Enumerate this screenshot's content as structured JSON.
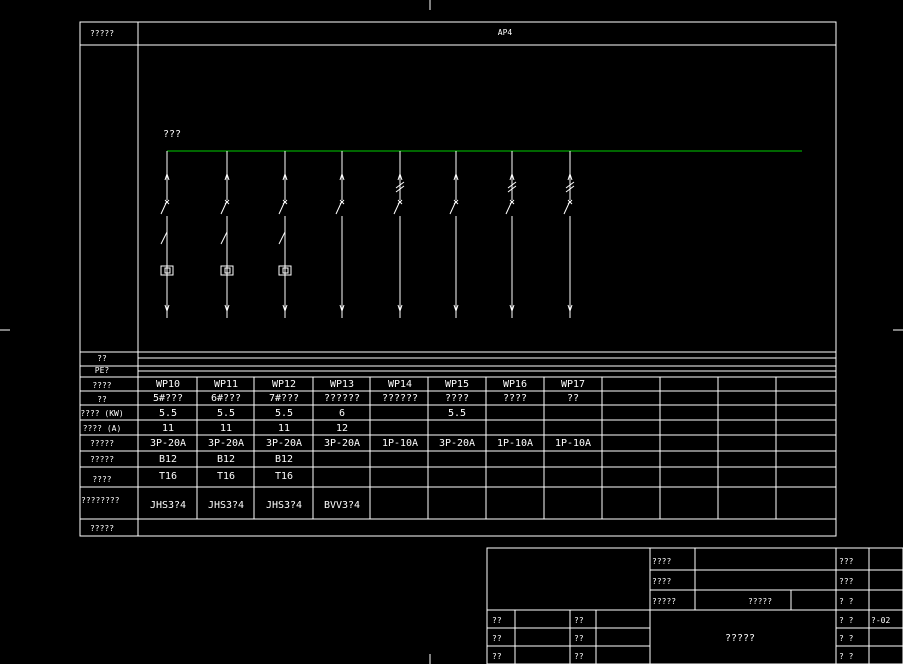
{
  "drawing": {
    "header_label": "?????",
    "panel_name": "AP4",
    "busbar_label": "???",
    "row_labels": [
      "??",
      "PE?",
      "????",
      "??",
      "???? (KW)",
      "???? (A)",
      "?????",
      "?????",
      "????",
      "????????",
      "?????"
    ],
    "circuits": [
      {
        "id": "WP10",
        "name": "5#???",
        "power": "5.5",
        "current": "11",
        "breaker": "3P-20A",
        "mcb": "B12",
        "fuse": "T16",
        "cable": "JHS3?4",
        "type": "contactor"
      },
      {
        "id": "WP11",
        "name": "6#???",
        "power": "5.5",
        "current": "11",
        "breaker": "3P-20A",
        "mcb": "B12",
        "fuse": "T16",
        "cable": "JHS3?4",
        "type": "contactor"
      },
      {
        "id": "WP12",
        "name": "7#???",
        "power": "5.5",
        "current": "11",
        "breaker": "3P-20A",
        "mcb": "B12",
        "fuse": "T16",
        "cable": "JHS3?4",
        "type": "contactor"
      },
      {
        "id": "WP13",
        "name": "??????",
        "power": "6",
        "current": "12",
        "breaker": "3P-20A",
        "mcb": "",
        "fuse": "",
        "cable": "BVV3?4",
        "type": "3p"
      },
      {
        "id": "WP14",
        "name": "??????",
        "power": "",
        "current": "",
        "breaker": "1P-10A",
        "mcb": "",
        "fuse": "",
        "cable": "",
        "type": "1p"
      },
      {
        "id": "WP15",
        "name": "????",
        "power": "5.5",
        "current": "",
        "breaker": "3P-20A",
        "mcb": "",
        "fuse": "",
        "cable": "",
        "type": "3p"
      },
      {
        "id": "WP16",
        "name": "????",
        "power": "",
        "current": "",
        "breaker": "1P-10A",
        "mcb": "",
        "fuse": "",
        "cable": "",
        "type": "1p"
      },
      {
        "id": "WP17",
        "name": "??",
        "power": "",
        "current": "",
        "breaker": "1P-10A",
        "mcb": "",
        "fuse": "",
        "cable": "",
        "type": "1p"
      }
    ]
  },
  "title_block": {
    "r1": "????",
    "r2": "????",
    "r3": "?????",
    "r3b": "?????",
    "s1": "??",
    "s2": "??",
    "s3": "??",
    "s4": "??",
    "s5": "??",
    "s6": "??",
    "title": "?????",
    "c1": "???",
    "c2": "???",
    "c3": "? ?",
    "c4": "? ?",
    "c5": "? ?",
    "c6": "? ?",
    "drawing_no": "?-02"
  },
  "colors": {
    "lines": "#ffffff",
    "busbar": "#00cc00",
    "background": "#000000"
  }
}
